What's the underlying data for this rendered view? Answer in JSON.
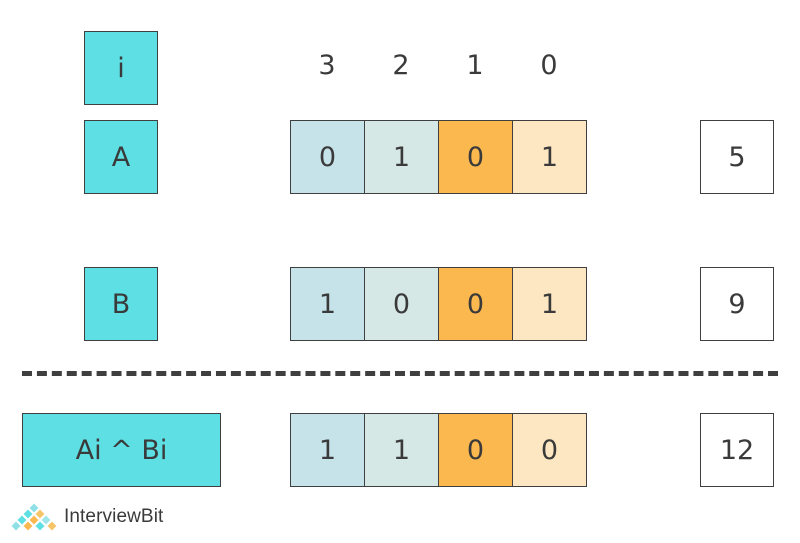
{
  "index_row": {
    "label": "i",
    "indices": [
      "3",
      "2",
      "1",
      "0"
    ]
  },
  "rows": [
    {
      "label": "A",
      "bits": [
        "0",
        "1",
        "0",
        "1"
      ],
      "decimal": "5"
    },
    {
      "label": "B",
      "bits": [
        "1",
        "0",
        "0",
        "1"
      ],
      "decimal": "9"
    },
    {
      "label": "Ai ^ Bi",
      "bits": [
        "1",
        "1",
        "0",
        "0"
      ],
      "decimal": "12"
    }
  ],
  "column_colors": [
    "#c5e3e9",
    "#d5e8e5",
    "#fbb84f",
    "#fde7c2"
  ],
  "label_color": "#5ddfe3",
  "brand": {
    "name": "InterviewBit"
  }
}
